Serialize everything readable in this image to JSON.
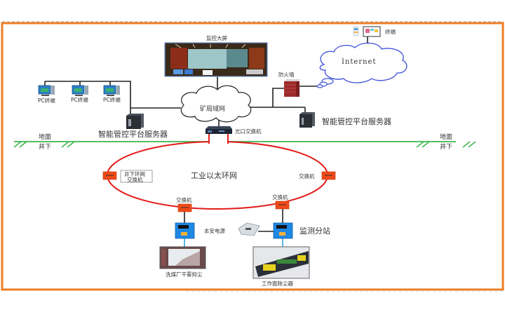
{
  "title": "智能管控平台网络拓扑图",
  "labels": {
    "monitor_wall": "监控大屏",
    "terminal": "终端",
    "internet": "Internet",
    "firewall": "防火墙",
    "mine_lan": "矿局域网",
    "pc_terminal": "PC终端",
    "server_left": "智能管控平台服务器",
    "server_right": "智能管控平台服务器",
    "optical_switch": "光口交换机",
    "ground": "地面",
    "underground": "井下",
    "ring_network": "工业以太环网",
    "ring_switch_line1": "井下环网",
    "ring_switch_line2": "交换机",
    "switch": "交换机",
    "intrinsic_power": "本安电源",
    "monitor_substation": "监测分站",
    "coal_washing": "洗煤厂干雾抑尘",
    "face_dust": "工作面除尘器"
  },
  "colors": {
    "frame": "#ee7d23",
    "ground_line": "#3cb54a",
    "ring": "#e31b1b",
    "cloud": "#3b4fd6",
    "switch_box": "#f04a18",
    "substation": "#1e88e5",
    "wire": "#222222",
    "wire_blue": "#2aa6e8"
  }
}
